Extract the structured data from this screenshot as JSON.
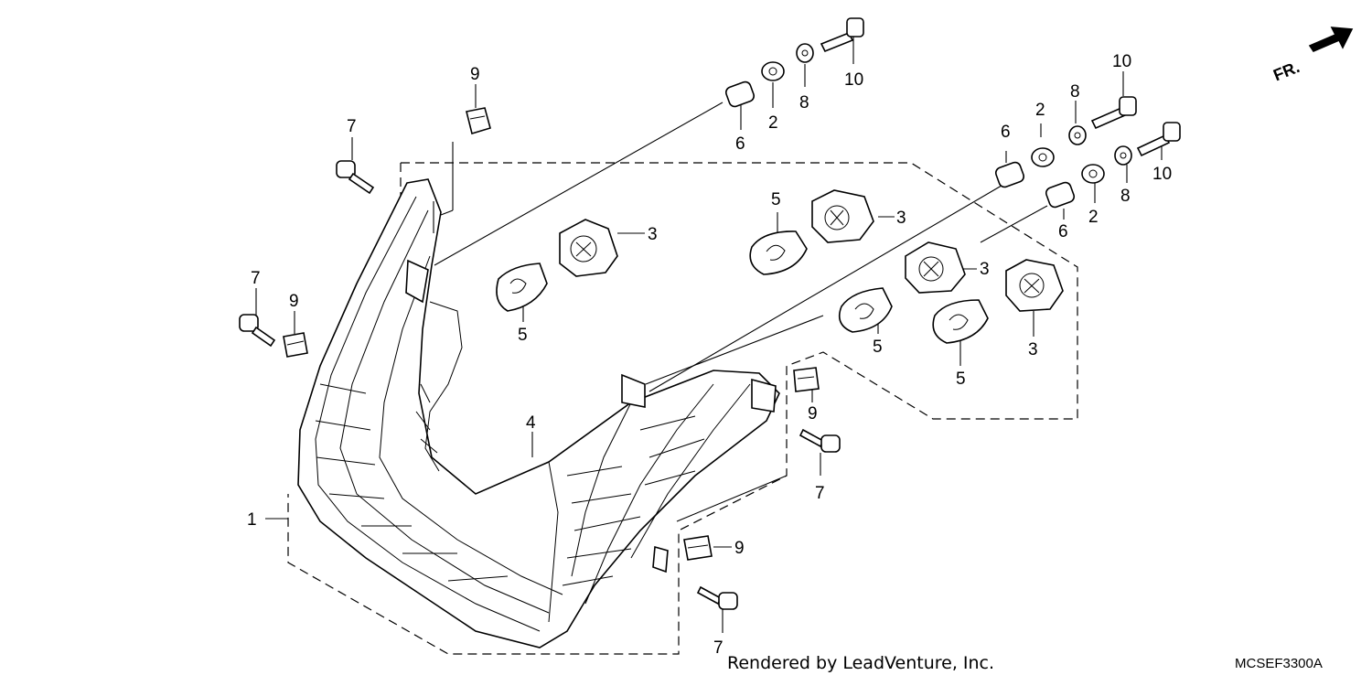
{
  "diagram": {
    "callouts": {
      "c1": "1",
      "c2a": "2",
      "c2b": "2",
      "c2c": "2",
      "c3a": "3",
      "c3b": "3",
      "c3c": "3",
      "c3d": "3",
      "c4": "4",
      "c5a": "5",
      "c5b": "5",
      "c5c": "5",
      "c5d": "5",
      "c6a": "6",
      "c6b": "6",
      "c6c": "6",
      "c7a": "7",
      "c7b": "7",
      "c7c": "7",
      "c7d": "7",
      "c8a": "8",
      "c8b": "8",
      "c8c": "8",
      "c9a": "9",
      "c9b": "9",
      "c9c": "9",
      "c9d": "9",
      "c10a": "10",
      "c10b": "10",
      "c10c": "10"
    },
    "front_indicator": "FR.",
    "footer_credit": "Rendered by LeadVenture, Inc.",
    "diagram_code": "MCSEF3300A"
  }
}
